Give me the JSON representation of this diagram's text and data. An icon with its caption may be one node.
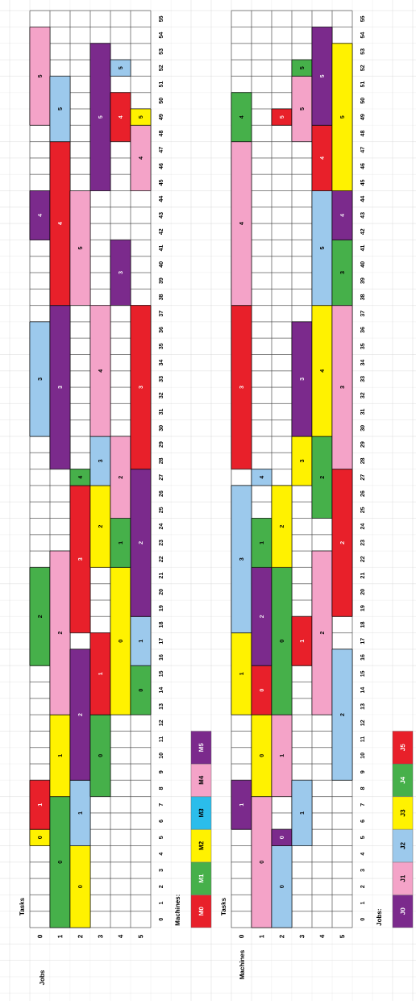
{
  "diagram": {
    "nodes": [
      {
        "text": [
          "0"
        ]
      },
      {
        "text": [
          "1"
        ]
      },
      {
        "text": [
          "2"
        ]
      },
      {
        "text": [
          "3"
        ]
      },
      {
        "text": [
          "4"
        ]
      },
      {
        "text": [
          "5"
        ]
      },
      {
        "text": [
          "0"
        ]
      },
      {
        "text": [
          "1"
        ]
      },
      {
        "text": [
          "2"
        ]
      },
      {
        "text": [
          "3"
        ]
      },
      {
        "text": [
          "4"
        ]
      },
      {
        "text": [
          "5"
        ]
      },
      {
        "text": [
          "0"
        ]
      },
      {
        "text": [
          "1"
        ]
      },
      {
        "text": [
          "2"
        ]
      },
      {
        "text": [
          "3"
        ]
      },
      {
        "text": [
          "4"
        ]
      },
      {
        "text": [
          "5"
        ]
      },
      {
        "text": [
          "0"
        ]
      },
      {
        "text": [
          "1"
        ]
      },
      {
        "text": [
          "2"
        ]
      },
      {
        "text": [
          "3"
        ]
      },
      {
        "text": [
          "4"
        ]
      },
      {
        "text": [
          "5"
        ]
      },
      {
        "text": [
          "0"
        ]
      },
      {
        "text": [
          "1"
        ]
      },
      {
        "text": [
          "2"
        ]
      },
      {
        "text": [
          "3"
        ]
      },
      {
        "text": [
          "4"
        ]
      },
      {
        "text": [
          "5"
        ]
      },
      {
        "text": [
          "0"
        ]
      },
      {
        "text": [
          "1"
        ]
      },
      {
        "text": [
          "2"
        ]
      },
      {
        "text": [
          "3"
        ]
      },
      {
        "text": [
          "4"
        ]
      },
      {
        "text": [
          "5"
        ]
      },
      {
        "text": [
          "1"
        ]
      },
      {
        "text": [
          "1"
        ]
      },
      {
        "text": [
          "3"
        ]
      },
      {
        "text": [
          "3"
        ]
      },
      {
        "text": [
          "4"
        ]
      },
      {
        "text": [
          "4"
        ]
      },
      {
        "text": [
          "0"
        ]
      },
      {
        "text": [
          "0"
        ]
      },
      {
        "text": [
          "0"
        ]
      },
      {
        "text": [
          "2"
        ]
      },
      {
        "text": [
          "1"
        ]
      },
      {
        "text": [
          "4"
        ]
      },
      {
        "text": [
          "0"
        ]
      },
      {
        "text": [
          "0"
        ]
      },
      {
        "text": [
          "1"
        ]
      },
      {
        "text": [
          "0"
        ]
      },
      {
        "text": [
          "2"
        ]
      },
      {
        "text": [
          "5"
        ]
      },
      {
        "text": [
          "1"
        ]
      },
      {
        "text": [
          "1"
        ]
      },
      {
        "text": [
          "3"
        ]
      },
      {
        "text": [
          "3"
        ]
      },
      {
        "text": [
          "5"
        ]
      },
      {
        "text": [
          "5"
        ]
      },
      {
        "text": [
          "2"
        ]
      },
      {
        "text": [
          "2"
        ]
      },
      {
        "text": [
          "4"
        ]
      },
      {
        "text": [
          "5"
        ]
      },
      {
        "text": [
          "4"
        ]
      },
      {
        "text": [
          "5"
        ]
      },
      {
        "text": [
          "2"
        ]
      },
      {
        "text": [
          "2"
        ]
      },
      {
        "text": [
          "3"
        ]
      },
      {
        "text": [
          "3"
        ]
      },
      {
        "text": [
          "4"
        ]
      },
      {
        "text": [
          "5"
        ]
      }
    ],
    "labels": [
      "Tasks",
      "Jobs",
      "0",
      "1",
      "2",
      "3",
      "4",
      "5",
      "0",
      "1",
      "2",
      "3",
      "4",
      "5",
      "6",
      "7",
      "8",
      "9",
      "10",
      "11",
      "12",
      "13",
      "14",
      "15",
      "16",
      "17",
      "18",
      "19",
      "20",
      "21",
      "22",
      "23",
      "24",
      "25",
      "26",
      "27",
      "28",
      "29",
      "30",
      "31",
      "32",
      "33",
      "34",
      "35",
      "36",
      "37",
      "38",
      "39",
      "40",
      "41",
      "42",
      "43",
      "44",
      "45",
      "46",
      "47",
      "48",
      "49",
      "50",
      "51",
      "52",
      "53",
      "54",
      "55",
      "Machines:",
      "Tasks",
      "Machines",
      "0",
      "1",
      "2",
      "3",
      "4",
      "5",
      "0",
      "1",
      "2",
      "3",
      "4",
      "5",
      "6",
      "7",
      "8",
      "9",
      "10",
      "11",
      "12",
      "13",
      "14",
      "15",
      "16",
      "17",
      "18",
      "19",
      "20",
      "21",
      "22",
      "23",
      "24",
      "25",
      "26",
      "27",
      "28",
      "29",
      "30",
      "31",
      "32",
      "33",
      "34",
      "35",
      "36",
      "37",
      "38",
      "39",
      "40",
      "41",
      "42",
      "43",
      "44",
      "45",
      "46",
      "47",
      "48",
      "49",
      "50",
      "51",
      "52",
      "53",
      "54",
      "55",
      "Jobs:"
    ],
    "legend": [
      {
        "text": "M0",
        "color": "#e8202a"
      },
      {
        "text": "M1",
        "color": "#46b04a"
      },
      {
        "text": "M2",
        "color": "#fff200"
      },
      {
        "text": "M3",
        "color": "#2bbdeb"
      },
      {
        "text": "M4",
        "color": "#f4a3c8"
      },
      {
        "text": "M5",
        "color": "#7b2a8c"
      },
      {
        "text": "J0",
        "color": "#7b2a8c"
      },
      {
        "text": "J1",
        "color": "#f4a3c8"
      },
      {
        "text": "J2",
        "color": "#9cc9ec"
      },
      {
        "text": "J3",
        "color": "#fff200"
      },
      {
        "text": "J4",
        "color": "#46b04a"
      },
      {
        "text": "J5",
        "color": "#e8202a"
      }
    ]
  }
}
